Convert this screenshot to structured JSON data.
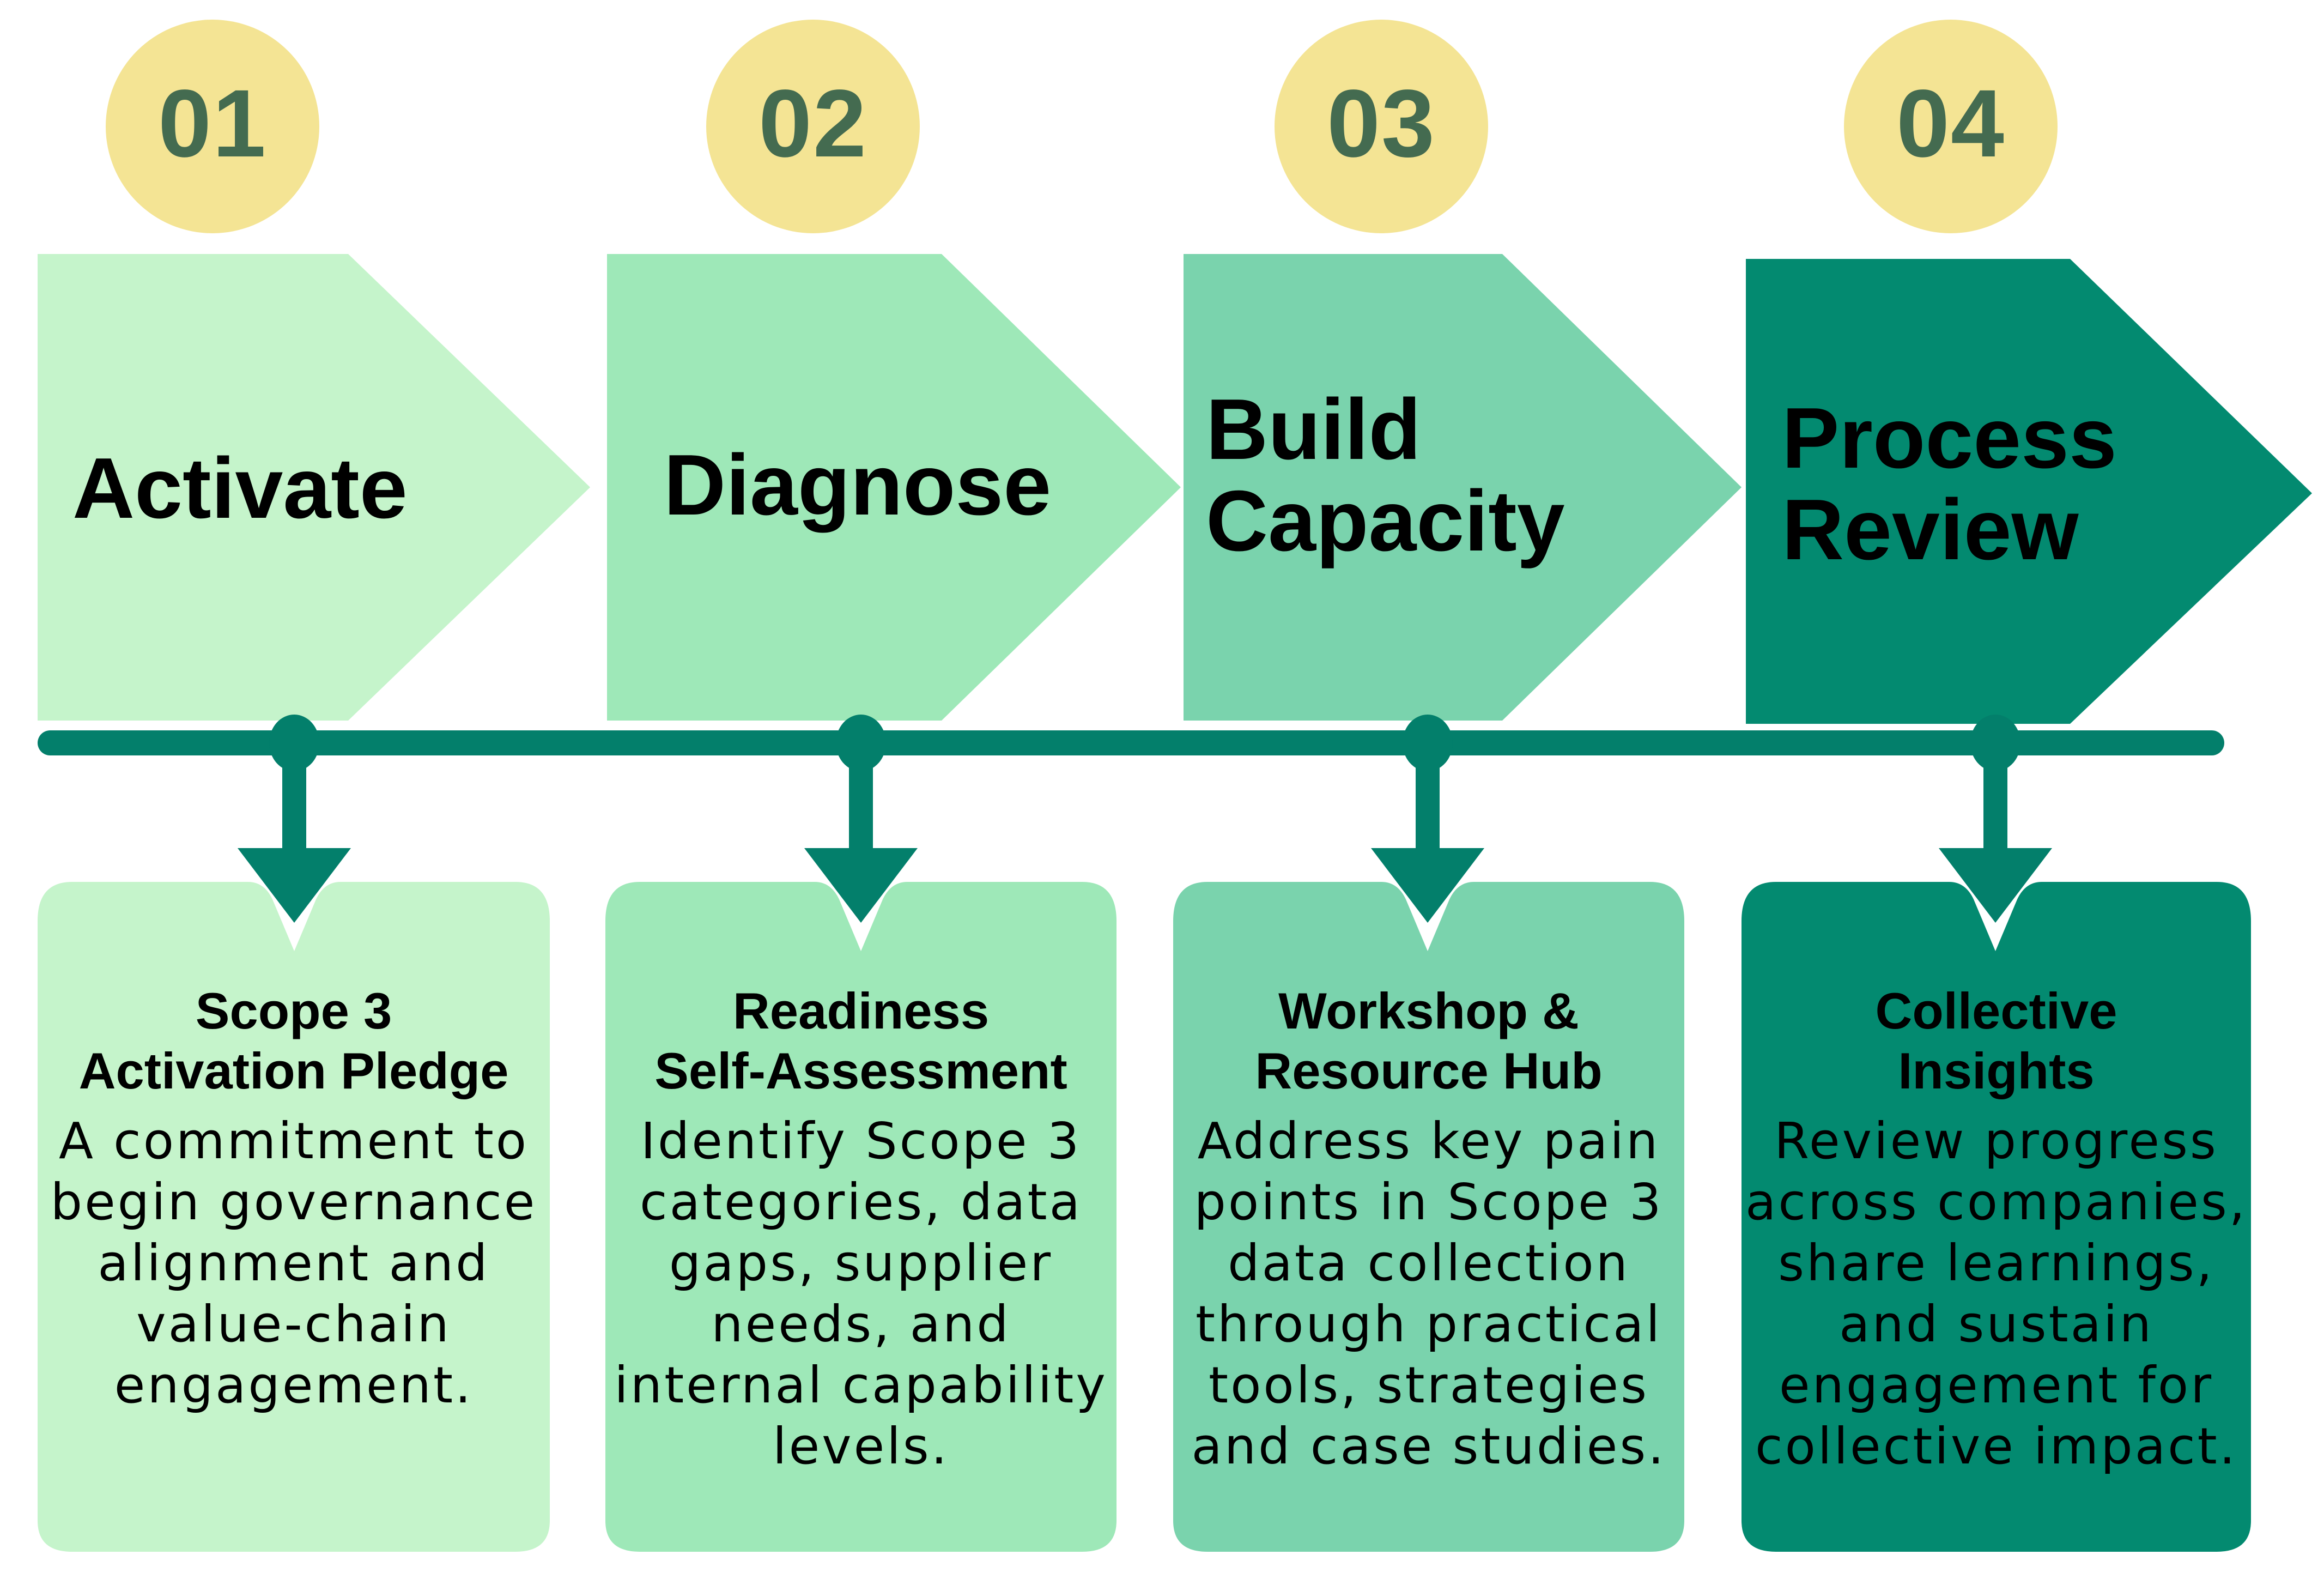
{
  "colors": {
    "stage1": "#c5f4cb",
    "stage2": "#9ee8b8",
    "stage3": "#7ad3ad",
    "stage4": "#038a70",
    "timeline": "#037f6b",
    "number_circle": "#f4e494",
    "number_text": "#446b50"
  },
  "stages": [
    {
      "number": "01",
      "title": "Activate",
      "card_heading": "Scope 3\nActivation Pledge",
      "card_body": "A commitment to\nbegin governance\nalignment and\nvalue-chain\nengagement."
    },
    {
      "number": "02",
      "title": "Diagnose",
      "card_heading": "Readiness\nSelf-Assessment",
      "card_body": "Identify Scope 3\ncategories, data\ngaps, supplier\nneeds, and\ninternal capability\nlevels."
    },
    {
      "number": "03",
      "title": "Build\nCapacity",
      "card_heading": "Workshop &\nResource Hub",
      "card_body": "Address key pain\npoints in Scope 3\ndata collection\nthrough practical\ntools, strategies\nand case studies."
    },
    {
      "number": "04",
      "title": "Process\nReview",
      "card_heading": "Collective\nInsights",
      "card_body": "Review progress\nacross companies,\nshare learnings,\nand sustain\nengagement for\ncollective impact."
    }
  ]
}
